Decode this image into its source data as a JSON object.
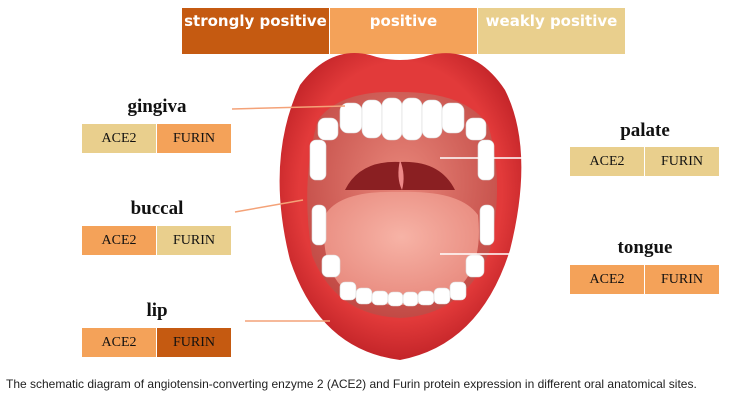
{
  "colors": {
    "strong": "#c55a11",
    "positive": "#f4a259",
    "weak": "#e9cf8d",
    "line": "#f4a278"
  },
  "legend": [
    {
      "label": "strongly positive",
      "level": "strong"
    },
    {
      "label": "positive",
      "level": "positive"
    },
    {
      "label": "weakly positive",
      "level": "weak"
    }
  ],
  "sites": {
    "gingiva": {
      "name": "gingiva",
      "ace2": "ACE2",
      "furin": "FURIN",
      "ace2_level": "weak",
      "furin_level": "positive"
    },
    "buccal": {
      "name": "buccal",
      "ace2": "ACE2",
      "furin": "FURIN",
      "ace2_level": "positive",
      "furin_level": "weak"
    },
    "lip": {
      "name": "lip",
      "ace2": "ACE2",
      "furin": "FURIN",
      "ace2_level": "positive",
      "furin_level": "strong"
    },
    "palate": {
      "name": "palate",
      "ace2": "ACE2",
      "furin": "FURIN",
      "ace2_level": "weak",
      "furin_level": "weak"
    },
    "tongue": {
      "name": "tongue",
      "ace2": "ACE2",
      "furin": "FURIN",
      "ace2_level": "positive",
      "furin_level": "positive"
    }
  },
  "caption": "The schematic diagram of angiotensin-converting enzyme 2 (ACE2) and Furin protein expression in different oral anatomical sites."
}
